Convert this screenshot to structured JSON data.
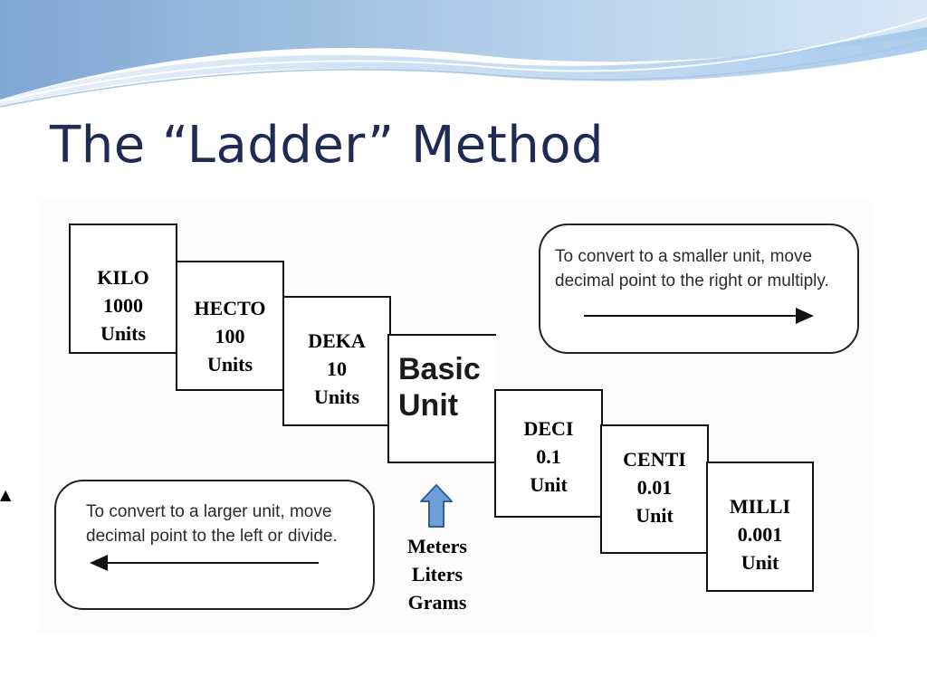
{
  "slide": {
    "title": "The “Ladder” Method"
  },
  "ladder": {
    "steps": [
      {
        "prefix": "KILO",
        "value": "1000",
        "unit": "Units"
      },
      {
        "prefix": "HECTO",
        "value": "100",
        "unit": "Units"
      },
      {
        "prefix": "DEKA",
        "value": "10",
        "unit": "Units"
      },
      {
        "prefix": "DECI",
        "value": "0.1",
        "unit": "Unit"
      },
      {
        "prefix": "CENTI",
        "value": "0.01",
        "unit": "Unit"
      },
      {
        "prefix": "MILLI",
        "value": "0.001",
        "unit": "Unit"
      }
    ],
    "basic": {
      "line1": "Basic",
      "line2": "Unit"
    },
    "basic_examples": [
      "Meters",
      "Liters",
      "Grams"
    ]
  },
  "notes": {
    "smaller": {
      "line1": "To convert to a smaller unit, move",
      "line2": "decimal  point to the right or multiply."
    },
    "larger": {
      "line1": "To convert to a larger unit, move",
      "line2": "decimal  point to the left or divide."
    }
  },
  "marker": "▲",
  "colors": {
    "title": "#1f2b55",
    "arrow_fill": "#6f9fd8",
    "arrow_stroke": "#2f5f9f",
    "swoosh_light": "#c9dcef",
    "swoosh_mid": "#8fb6df"
  }
}
